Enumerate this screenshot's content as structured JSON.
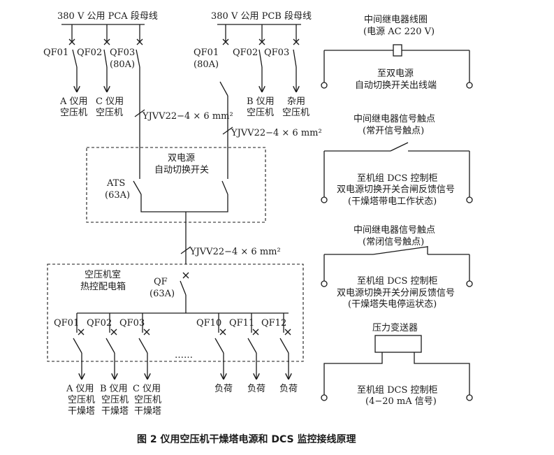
{
  "bus_a": {
    "label": "380 V 公用 PCA 段母线"
  },
  "bus_b": {
    "label": "380 V 公用 PCB 段母线"
  },
  "pca": {
    "qf01": "QF01",
    "qf02": "QF02",
    "qf03": "QF03",
    "qf03_rating": "(80A)",
    "load_a_l1": "A 仪用",
    "load_a_l2": "空压机",
    "load_c_l1": "C 仪用",
    "load_c_l2": "空压机"
  },
  "pcb": {
    "qf01": "QF01",
    "qf01_rating": "(80A)",
    "qf02": "QF02",
    "qf03": "QF03",
    "load_b_l1": "B 仪用",
    "load_b_l2": "空压机",
    "load_misc_l1": "杂用",
    "load_misc_l2": "空压机"
  },
  "cable_1": "YJVV22−4 × 6 mm²",
  "cable_2": "YJVV22−4 × 6 mm²",
  "cable_3": "YJVV22−4 × 6 mm²",
  "ats": {
    "title_l1": "双电源",
    "title_l2": "自动切换开关",
    "label": "ATS",
    "rating": "(63A)"
  },
  "panel": {
    "title_l1": "空压机室",
    "title_l2": "热控配电箱",
    "main_breaker": "QF",
    "main_rating": "(63A)",
    "breakers": [
      "QF01",
      "QF02",
      "QF03",
      "QF10",
      "QF11",
      "QF12"
    ],
    "ellipsis": "……",
    "loads": [
      {
        "l1": "A 仪用",
        "l2": "空压机",
        "l3": "干燥塔"
      },
      {
        "l1": "B 仪用",
        "l2": "空压机",
        "l3": "干燥塔"
      },
      {
        "l1": "C 仪用",
        "l2": "空压机",
        "l3": "干燥塔"
      },
      {
        "l1": "负荷"
      },
      {
        "l1": "负荷"
      },
      {
        "l1": "负荷"
      }
    ]
  },
  "relay_coil": {
    "title_l1": "中间继电器线圈",
    "title_l2": "(电源 AC 220 V)",
    "dest_l1": "至双电源",
    "dest_l2": "自动切换开关出线端"
  },
  "relay_no": {
    "title_l1": "中间继电器信号触点",
    "title_l2": "(常开信号触点)",
    "dest_l1": "至机组 DCS 控制柜",
    "dest_l2": "双电源切换开关合闸反馈信号",
    "dest_l3": "(干燥塔带电工作状态)"
  },
  "relay_nc": {
    "title_l1": "中间继电器信号触点",
    "title_l2": "(常闭信号触点)",
    "dest_l1": "至机组 DCS 控制柜",
    "dest_l2": "双电源切换开关分闸反馈信号",
    "dest_l3": "(干燥塔失电停运状态)"
  },
  "transmitter": {
    "title": "压力变送器",
    "dest_l1": "至机组 DCS 控制柜",
    "dest_l2": "(4−20 mA 信号)"
  },
  "caption": "图 2   仪用空压机干燥塔电源和 DCS 监控接线原理"
}
